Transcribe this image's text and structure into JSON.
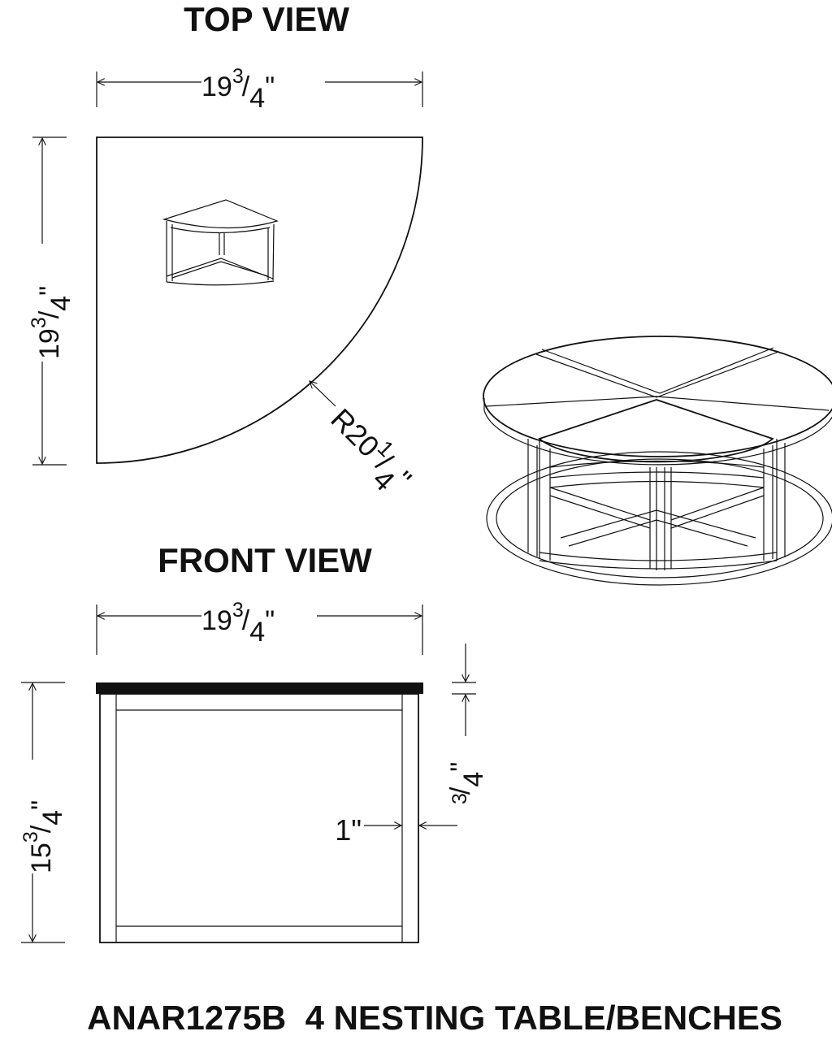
{
  "top_view": {
    "title": "TOP VIEW",
    "width": {
      "whole": "19",
      "num": "3",
      "den": "4",
      "unit": "\""
    },
    "depth": {
      "whole": "19",
      "num": "3",
      "den": "4",
      "unit": "\""
    },
    "radius": {
      "prefix": "R",
      "whole": "20",
      "num": "1",
      "den": "4",
      "unit": "\""
    }
  },
  "front_view": {
    "title": "FRONT VIEW",
    "width": {
      "whole": "19",
      "num": "3",
      "den": "4",
      "unit": "\""
    },
    "height": {
      "whole": "15",
      "num": "3",
      "den": "4",
      "unit": "\""
    },
    "top_thickness": {
      "num": "3",
      "den": "4",
      "unit": "\""
    },
    "leg_width": {
      "text": "1\""
    }
  },
  "footer": {
    "title": "ANAR1275B  4 NESTING TABLE/BENCHES"
  }
}
